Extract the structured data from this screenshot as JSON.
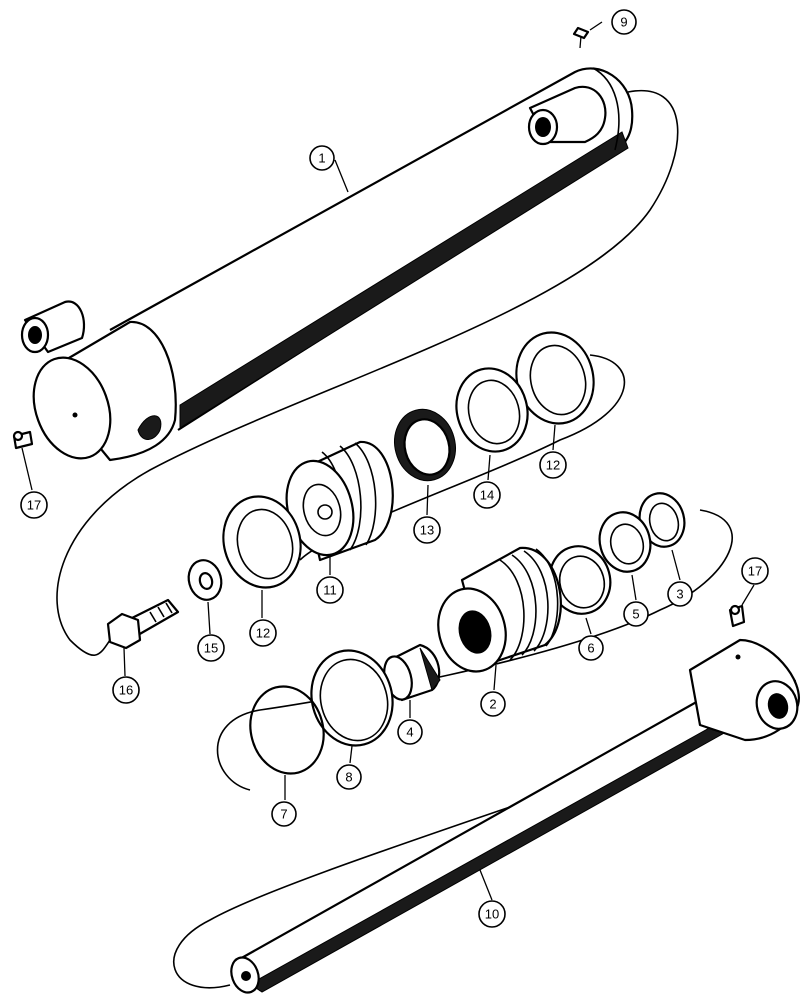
{
  "callouts": [
    {
      "id": "c9",
      "label": "9"
    },
    {
      "id": "c1",
      "label": "1"
    },
    {
      "id": "c17a",
      "label": "17"
    },
    {
      "id": "c12a",
      "label": "12"
    },
    {
      "id": "c14",
      "label": "14"
    },
    {
      "id": "c13",
      "label": "13"
    },
    {
      "id": "c11",
      "label": "11"
    },
    {
      "id": "c12b",
      "label": "12"
    },
    {
      "id": "c15",
      "label": "15"
    },
    {
      "id": "c16",
      "label": "16"
    },
    {
      "id": "c3",
      "label": "3"
    },
    {
      "id": "c5",
      "label": "5"
    },
    {
      "id": "c6",
      "label": "6"
    },
    {
      "id": "c17b",
      "label": "17"
    },
    {
      "id": "c2",
      "label": "2"
    },
    {
      "id": "c4",
      "label": "4"
    },
    {
      "id": "c8",
      "label": "8"
    },
    {
      "id": "c7",
      "label": "7"
    },
    {
      "id": "c10",
      "label": "10"
    }
  ],
  "colors": {
    "ink": "#000000",
    "paper": "#ffffff"
  }
}
